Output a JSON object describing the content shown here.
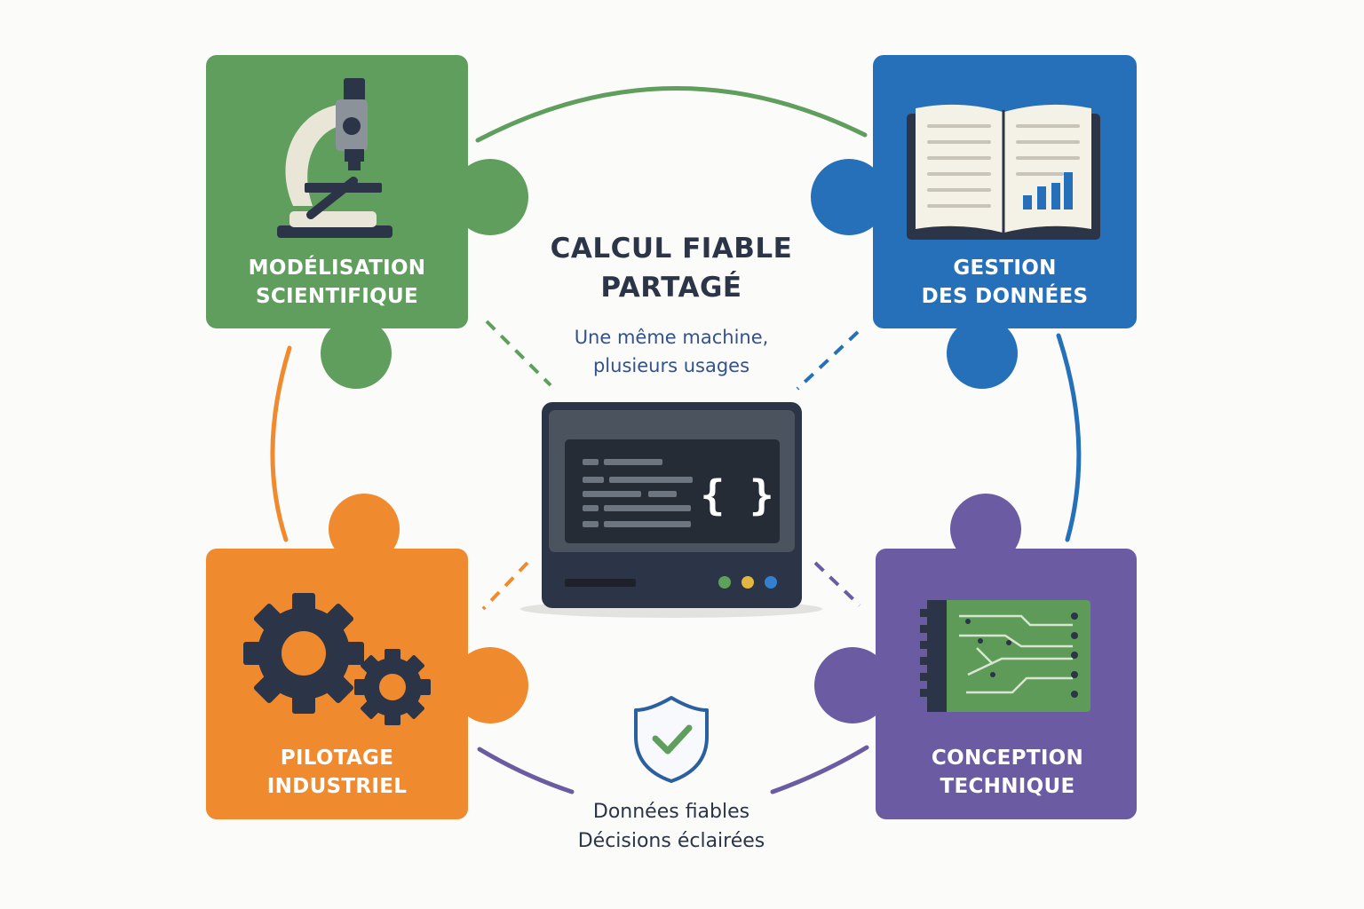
{
  "center": {
    "title_line1": "CALCUL FIABLE",
    "title_line2": "PARTAGÉ",
    "subtitle_line1": "Une même machine,",
    "subtitle_line2": "plusieurs usages",
    "server_code_symbol": "{ }"
  },
  "pieces": {
    "top_left": {
      "line1": "MODÉLISATION",
      "line2": "SCIENTIFIQUE",
      "icon": "microscope-icon",
      "color": "#5f9e5c"
    },
    "top_right": {
      "line1": "GESTION",
      "line2": "DES DONNÉES",
      "icon": "open-book-chart-icon",
      "color": "#2670b9"
    },
    "bottom_left": {
      "line1": "PILOTAGE",
      "line2": "INDUSTRIEL",
      "icon": "gears-icon",
      "color": "#ef8a2f"
    },
    "bottom_right": {
      "line1": "CONCEPTION",
      "line2": "TECHNIQUE",
      "icon": "circuit-board-icon",
      "color": "#6a5ba3"
    }
  },
  "bottom": {
    "caption_line1": "Données fiables",
    "caption_line2": "Décisions éclairées",
    "icon": "shield-check-icon"
  },
  "colors": {
    "green": "#5f9e5c",
    "blue": "#2670b9",
    "orange": "#ef8a2f",
    "purple": "#6a5ba3",
    "dark": "#2b3547",
    "server_body": "#4a535e",
    "screen": "#262c35"
  }
}
